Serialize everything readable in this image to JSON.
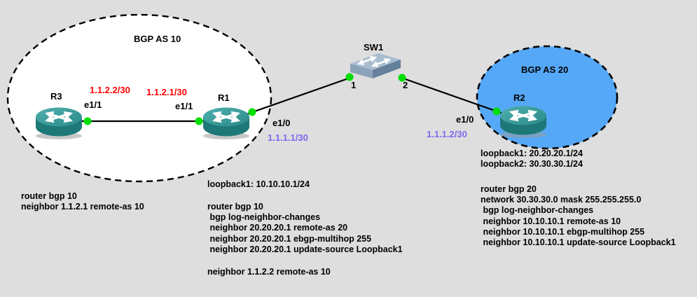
{
  "zones": {
    "as10": {
      "label": "BGP AS 10",
      "fill": "#ffffff"
    },
    "as20": {
      "label": "BGP AS 20",
      "fill": "#55a8f7"
    }
  },
  "devices": {
    "r3": {
      "label": "R3"
    },
    "r1": {
      "label": "R1"
    },
    "r2": {
      "label": "R2"
    },
    "sw1": {
      "label": "SW1"
    }
  },
  "interfaces": {
    "r3_e11": "e1/1",
    "r1_e11": "e1/1",
    "r1_e10": "e1/0",
    "r2_e10": "e1/0",
    "sw1_port1": "1",
    "sw1_port2": "2"
  },
  "ips": {
    "r3_side": "1.1.2.2/30",
    "r1_side": "1.1.2.1/30",
    "r1_sw_link": "1.1.1.1/30",
    "r2_sw_link": "1.1.1.2/30"
  },
  "configs": {
    "r3_config": "router bgp 10\nneighbor 1.1.2.1 remote-as 10",
    "r1_loopback": "loopback1: 10.10.10.1/24",
    "r1_config": "router bgp 10\n bgp log-neighbor-changes\n neighbor 20.20.20.1 remote-as 20\n neighbor 20.20.20.1 ebgp-multihop 255\n neighbor 20.20.20.1 update-source Loopback1",
    "r1_extra": "neighbor 1.1.2.2 remote-as 10",
    "r2_loopbacks": "loopback1: 20.20.20.1/24\nloopback2: 30.30.30.1/24",
    "r2_config": "router bgp 20\nnetwork 30.30.30.0 mask 255.255.255.0\n bgp log-neighbor-changes\n neighbor 10.10.10.1 remote-as 10\n neighbor 10.10.10.1 ebgp-multihop 255\n neighbor 10.10.10.1 update-source Loopback1"
  },
  "colors": {
    "background": "#dedede",
    "link_ip_red": "#ff0000",
    "link_ip_purple": "#7b68ee",
    "as20_fill": "#55a8f7",
    "endpoint_green": "#00dd00",
    "router_teal": "#1e7878"
  }
}
